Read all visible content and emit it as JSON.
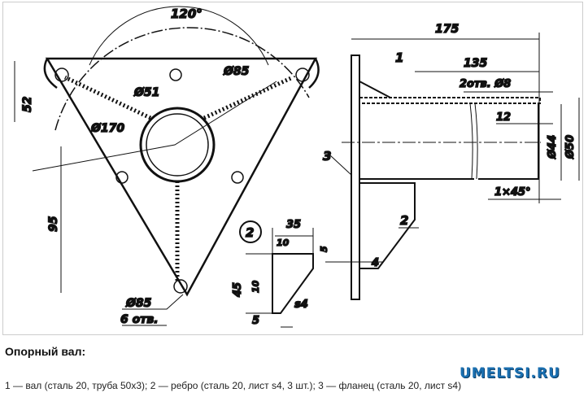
{
  "drawing": {
    "front_view": {
      "angle": "120°",
      "d85": "Ø85",
      "d51": "Ø51",
      "d170": "Ø170",
      "h52": "52",
      "h95": "95",
      "bolt_d": "Ø85",
      "bolt_count": "6 отв."
    },
    "side_view": {
      "len175": "175",
      "len135": "135",
      "holes": "2отв. Ø8",
      "len12": "12",
      "d44": "Ø44",
      "d50": "Ø50",
      "chamfer": "1×45°",
      "thick4": "4",
      "pos1": "1",
      "pos2": "2",
      "pos3": "3"
    },
    "detail": {
      "callout": "2",
      "w35": "35",
      "w10": "10",
      "h5": "5",
      "h45": "45",
      "h10": "10",
      "b5": "5",
      "s4": "s4"
    }
  },
  "title": "Опорный вал:",
  "caption": "1 — вал (сталь 20, труба 50x3); 2 — ребро (сталь 20, лист s4, 3 шт.); 3 — фланец (сталь 20, лист s4)",
  "watermark": "UMELTSI.RU"
}
